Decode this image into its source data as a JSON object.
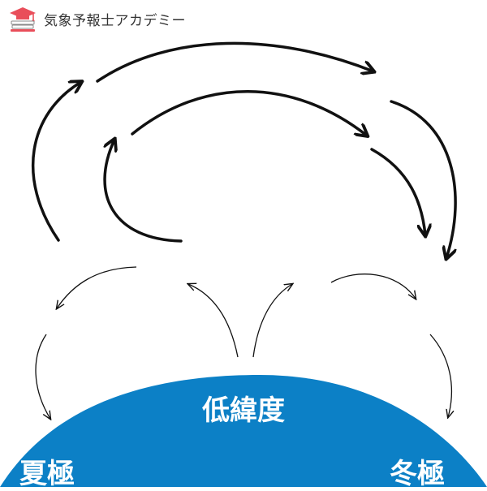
{
  "header": {
    "brand_name": "気象予報士アカデミー",
    "logo_icon": "graduation-cap-books-icon"
  },
  "diagram": {
    "center_label": "低緯度",
    "left_label": "夏極",
    "right_label": "冬極"
  },
  "colors": {
    "earth_fill": "#0c80c6",
    "arrow_stroke": "#111111",
    "logo_red": "#e94e5a"
  }
}
